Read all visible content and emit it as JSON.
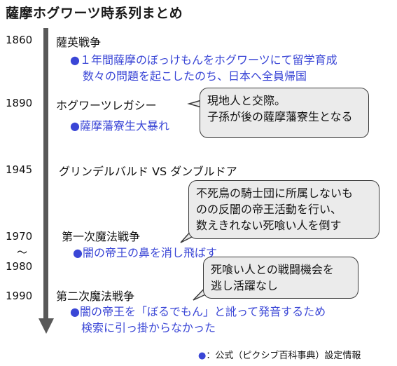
{
  "title": "薩摩ホグワーツ時系列まとめ",
  "events": [
    {
      "year": "1860",
      "label": "薩英戦争",
      "notes": [
        "●１年間薩摩のぼっけもんをホグワーツにて留学育成",
        "数々の問題を起こしたのち、日本へ全員帰国"
      ]
    },
    {
      "year": "1890",
      "label": "ホグワーツレガシー",
      "notes": [
        "●薩摩藩寮生大暴れ"
      ]
    },
    {
      "year": "1945",
      "label": "グリンデルバルド VS ダンブルドア",
      "notes": []
    },
    {
      "year": "1970",
      "year_sep": "～",
      "year_end": "1980",
      "label": "第一次魔法戦争",
      "notes": [
        "●闇の帝王の鼻を消し飛ばす"
      ]
    },
    {
      "year": "1990",
      "label": "第二次魔法戦争",
      "notes": [
        "●闇の帝王を「ぼるでもん」と訛って発音するため",
        "検索に引っ掛からなかった"
      ]
    }
  ],
  "callouts": [
    {
      "lines": [
        "現地人と交際。",
        "子孫が後の薩摩藩寮生となる"
      ]
    },
    {
      "lines": [
        "不死鳥の騎士団に所属しないも",
        "のの反闇の帝王活動を行い、",
        "数えきれない死喰い人を倒す"
      ]
    },
    {
      "lines": [
        "死喰い人との戦闘機会を",
        "逃し活躍なし"
      ]
    }
  ],
  "legend": {
    "bullet": "●",
    "text": "：公式（ピクシブ百科事典）設定情報"
  },
  "colors": {
    "accent": "#3a46d6",
    "axis": "#595959",
    "callout_fill": "#ebebeb"
  }
}
